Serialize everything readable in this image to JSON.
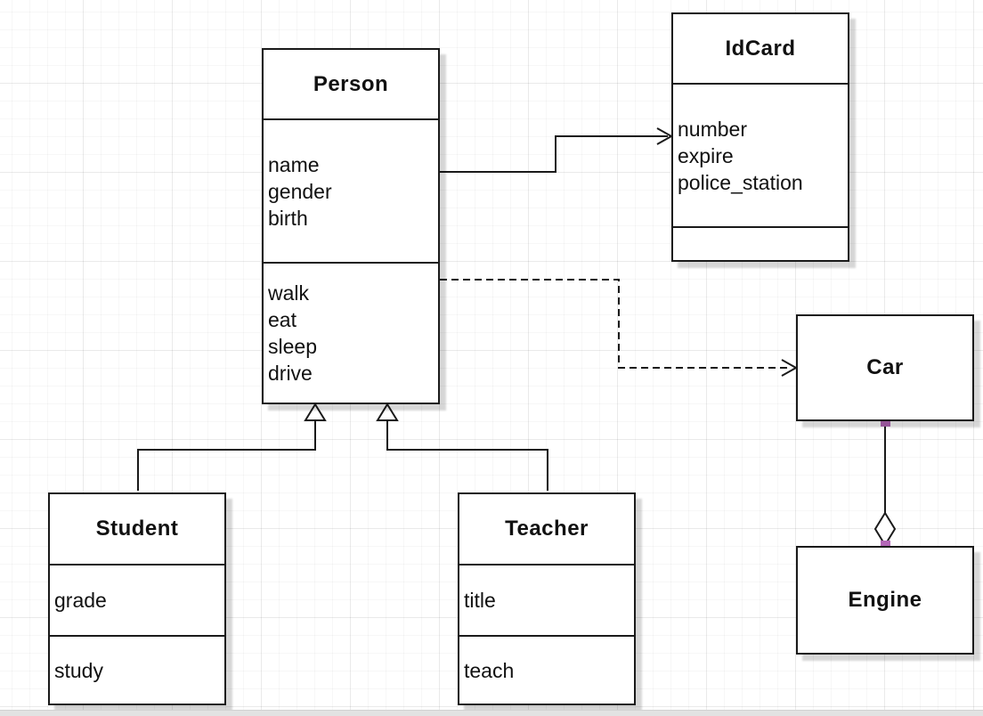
{
  "colors": {
    "line": "#1a1a1a",
    "box_fill": "#ffffff",
    "selection_handle": "#b266b6",
    "shadow": "#d6d6d6"
  },
  "classes": {
    "person": {
      "title": "Person",
      "attributes": [
        "name",
        "gender",
        "birth"
      ],
      "methods": [
        "walk",
        "eat",
        "sleep",
        "drive"
      ]
    },
    "idcard": {
      "title": "IdCard",
      "attributes": [
        "number",
        "expire",
        "police_station"
      ],
      "methods": []
    },
    "car": {
      "title": "Car",
      "attributes": [],
      "methods": []
    },
    "student": {
      "title": "Student",
      "attributes": [
        "grade"
      ],
      "methods": [
        "study"
      ]
    },
    "teacher": {
      "title": "Teacher",
      "attributes": [
        "title"
      ],
      "methods": [
        "teach"
      ]
    },
    "engine": {
      "title": "Engine",
      "attributes": [],
      "methods": []
    }
  },
  "relationships": [
    {
      "from": "Person",
      "to": "IdCard",
      "type": "association",
      "line": "solid",
      "arrow": "open"
    },
    {
      "from": "Person",
      "to": "Car",
      "type": "dependency",
      "line": "dashed",
      "arrow": "open"
    },
    {
      "from": "Student",
      "to": "Person",
      "type": "generalization",
      "line": "solid",
      "arrow": "hollow-triangle"
    },
    {
      "from": "Teacher",
      "to": "Person",
      "type": "generalization",
      "line": "solid",
      "arrow": "hollow-triangle"
    },
    {
      "from": "Car",
      "to": "Engine",
      "type": "aggregation",
      "line": "solid",
      "arrow": "hollow-diamond",
      "selected": true
    }
  ]
}
